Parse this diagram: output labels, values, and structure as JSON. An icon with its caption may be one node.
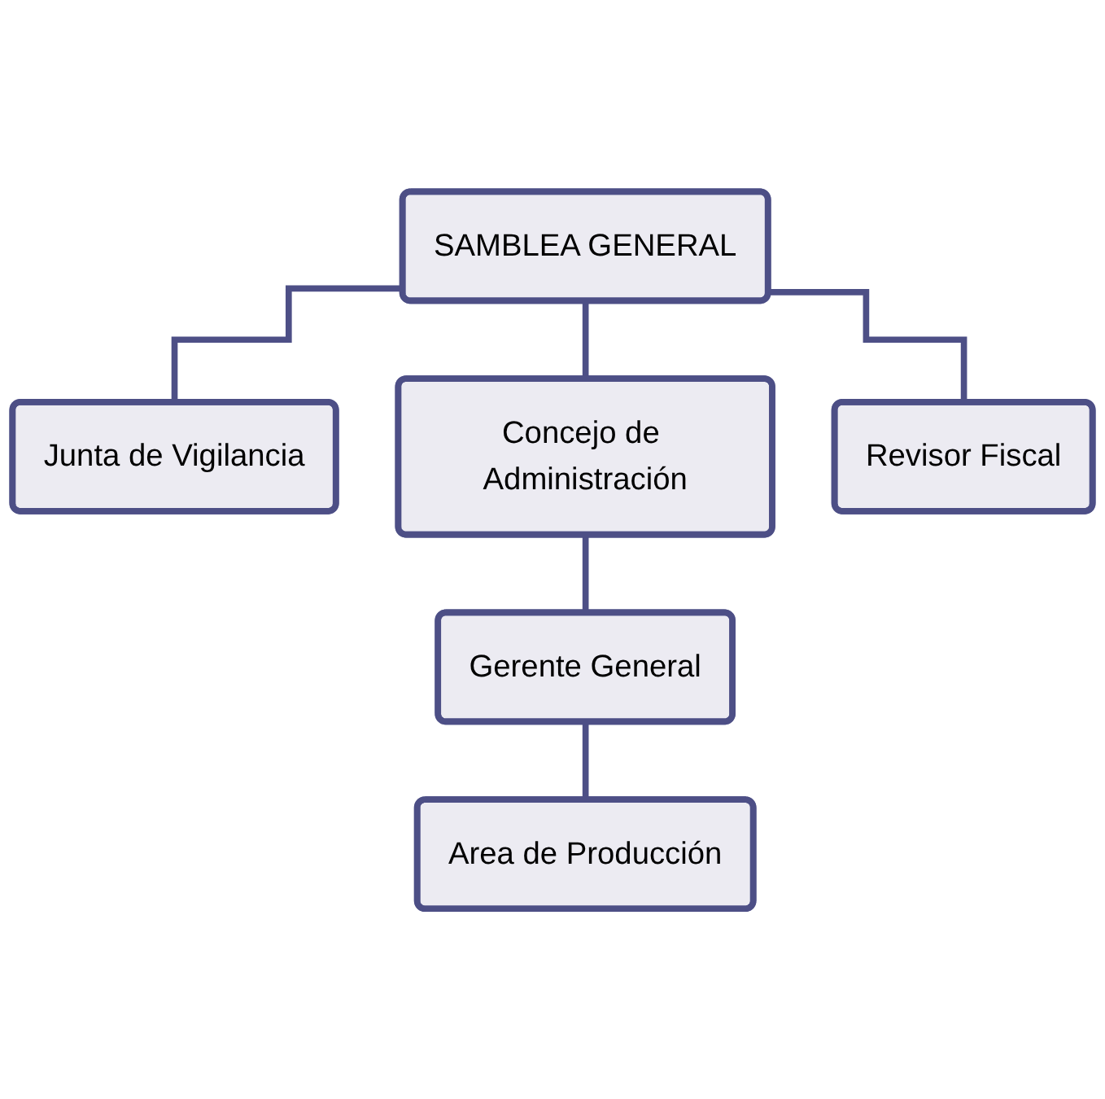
{
  "diagram": {
    "nodes": [
      {
        "text": [
          "SAMBLEA GENERAL"
        ]
      },
      {
        "text": [
          "Junta de Vigilancia"
        ]
      },
      {
        "text": [
          "Concejo de Administración"
        ]
      },
      {
        "text": [
          "Revisor Fiscal"
        ]
      },
      {
        "text": [
          "Gerente General"
        ]
      },
      {
        "text": [
          "Area de Producción"
        ]
      }
    ],
    "edges": [
      {
        "from": 0,
        "to": 1,
        "arrow": "none"
      },
      {
        "from": 0,
        "to": 2,
        "arrow": "none"
      },
      {
        "from": 0,
        "to": 3,
        "arrow": "none"
      },
      {
        "from": 2,
        "to": 4,
        "arrow": "none"
      },
      {
        "from": 4,
        "to": 5,
        "arrow": "none"
      }
    ]
  }
}
